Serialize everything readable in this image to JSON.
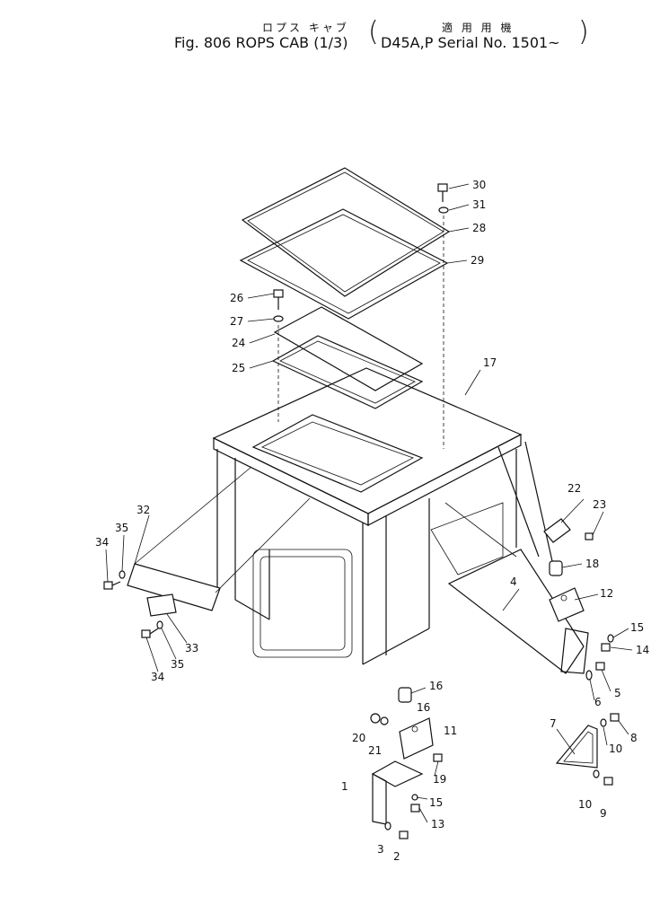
{
  "header": {
    "jp_title": "ロプス キャブ",
    "jp_applicable": "適 用 用 機",
    "title": "Fig. 806   ROPS CAB (1/3)",
    "serial": "D45A,P Serial No. 1501~"
  },
  "callouts": [
    "1",
    "2",
    "3",
    "4",
    "5",
    "6",
    "7",
    "8",
    "9",
    "10",
    "10",
    "11",
    "12",
    "13",
    "14",
    "15",
    "15",
    "16",
    "16",
    "17",
    "18",
    "19",
    "20",
    "21",
    "22",
    "23",
    "24",
    "25",
    "26",
    "27",
    "28",
    "29",
    "30",
    "31",
    "32",
    "33",
    "34",
    "34",
    "35",
    "35"
  ]
}
